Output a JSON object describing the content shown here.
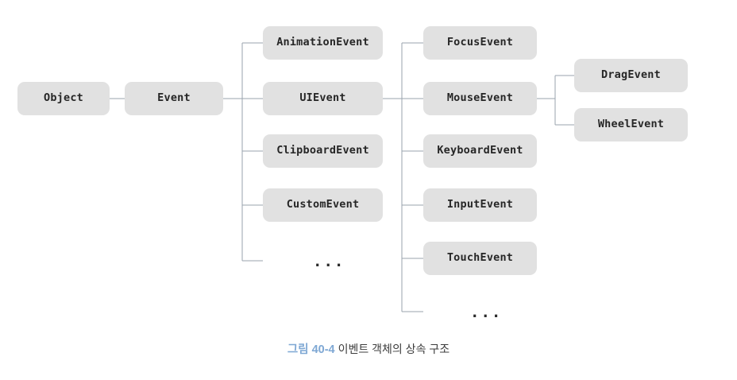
{
  "figure": {
    "caption_number": "그림 40-4",
    "caption_text": "이벤트 객체의 상속 구조",
    "caption_number_color": "#7fa8d4",
    "caption_text_color": "#3c3c3c"
  },
  "theme": {
    "background": "#ffffff",
    "node_fill": "#e1e1e1",
    "node_text": "#262626",
    "connector": "#9aa3ad"
  },
  "chart_data": {
    "type": "diagram",
    "title": "이벤트 객체의 상속 구조",
    "layout": "horizontal-tree",
    "root": "Object",
    "edges": [
      {
        "from": "Object",
        "to": "Event"
      },
      {
        "from": "Event",
        "to": "AnimationEvent"
      },
      {
        "from": "Event",
        "to": "UIEvent"
      },
      {
        "from": "Event",
        "to": "ClipboardEvent"
      },
      {
        "from": "Event",
        "to": "CustomEvent"
      },
      {
        "from": "Event",
        "to": "event-ellipsis"
      },
      {
        "from": "UIEvent",
        "to": "FocusEvent"
      },
      {
        "from": "UIEvent",
        "to": "MouseEvent"
      },
      {
        "from": "UIEvent",
        "to": "KeyboardEvent"
      },
      {
        "from": "UIEvent",
        "to": "InputEvent"
      },
      {
        "from": "UIEvent",
        "to": "TouchEvent"
      },
      {
        "from": "UIEvent",
        "to": "uievent-ellipsis"
      },
      {
        "from": "MouseEvent",
        "to": "DragEvent"
      },
      {
        "from": "MouseEvent",
        "to": "WheelEvent"
      }
    ]
  },
  "nodes": {
    "object": {
      "label": "Object"
    },
    "event": {
      "label": "Event"
    },
    "animation_event": {
      "label": "AnimationEvent"
    },
    "ui_event": {
      "label": "UIEvent"
    },
    "clipboard_event": {
      "label": "ClipboardEvent"
    },
    "custom_event": {
      "label": "CustomEvent"
    },
    "event_ellipsis": {
      "label": "..."
    },
    "focus_event": {
      "label": "FocusEvent"
    },
    "mouse_event": {
      "label": "MouseEvent"
    },
    "keyboard_event": {
      "label": "KeyboardEvent"
    },
    "input_event": {
      "label": "InputEvent"
    },
    "touch_event": {
      "label": "TouchEvent"
    },
    "uievent_ellipsis": {
      "label": "..."
    },
    "drag_event": {
      "label": "DragEvent"
    },
    "wheel_event": {
      "label": "WheelEvent"
    }
  }
}
